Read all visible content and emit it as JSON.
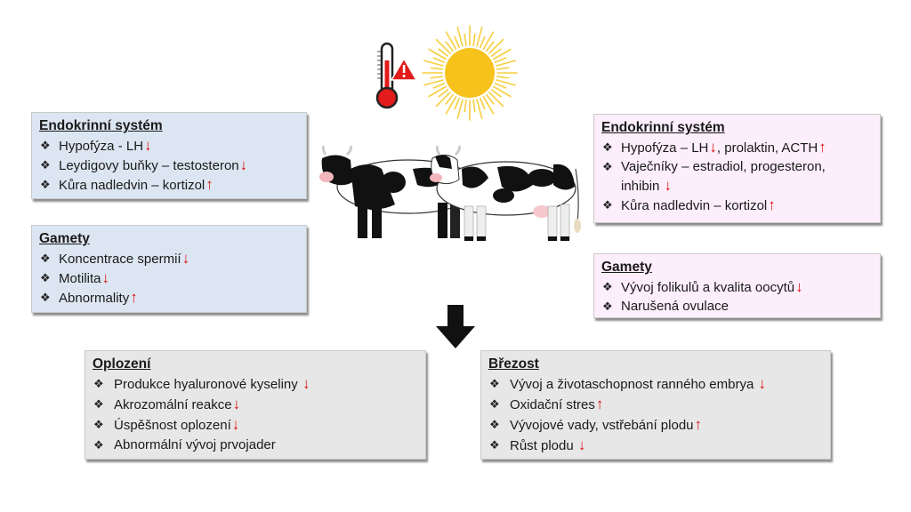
{
  "icons": {
    "thermometer": "thermometer-warning-icon",
    "sun": "sun-icon",
    "cows": "holstein-cows-illustration",
    "arrow": "arrow-down-icon"
  },
  "arrow_glyphs": {
    "down": "🠗",
    "up": "🠕"
  },
  "bullet": "❖",
  "colors": {
    "male_box": "#dce6f2",
    "female_box": "#fceefa",
    "outcome_box": "#e7e7e7",
    "arrow_red": "#e01010"
  },
  "male": {
    "endocrine": {
      "title": "Endokrinní systém",
      "items": [
        {
          "text": "Hypofýza - LH",
          "trend": "down"
        },
        {
          "text": "Leydigovy buňky – testosteron",
          "trend": "down"
        },
        {
          "text": "Kůra nadledvin – kortizol",
          "trend": "up"
        }
      ]
    },
    "gametes": {
      "title": "Gamety",
      "items": [
        {
          "text": "Koncentrace spermií",
          "trend": "down"
        },
        {
          "text": "Motilita",
          "trend": "down"
        },
        {
          "text": "Abnormality",
          "trend": "up"
        }
      ]
    }
  },
  "female": {
    "endocrine": {
      "title": "Endokrinní systém",
      "items": [
        {
          "text": "Hypofýza – LH",
          "trend": "down",
          "text2": ", prolaktin, ACTH",
          "trend2": "up"
        },
        {
          "text": "Vaječníky – estradiol, progesteron,",
          "text_cont": "inhibin",
          "trend": "down"
        },
        {
          "text": "Kůra nadledvin – kortizol",
          "trend": "up"
        }
      ]
    },
    "gametes": {
      "title": "Gamety",
      "items": [
        {
          "text": "Vývoj folikulů a kvalita oocytů",
          "trend": "down"
        },
        {
          "text": "Narušená ovulace",
          "trend": null
        }
      ]
    }
  },
  "fertilization": {
    "title": "Oplození",
    "items": [
      {
        "text": "Produkce hyaluronové kyseliny ",
        "trend": "down"
      },
      {
        "text": "Akrozomální reakce",
        "trend": "down"
      },
      {
        "text": "Úspěšnost oplození",
        "trend": "down"
      },
      {
        "text": "Abnormální vývoj prvojader",
        "trend": null
      }
    ]
  },
  "pregnancy": {
    "title": "Březost",
    "items": [
      {
        "text": "Vývoj a životaschopnost ranného embrya ",
        "trend": "down"
      },
      {
        "text": "Oxidační stres",
        "trend": "up"
      },
      {
        "text": "Vývojové vady, vstřebání plodu",
        "trend": "up"
      },
      {
        "text": "Růst plodu ",
        "trend": "down"
      }
    ]
  }
}
